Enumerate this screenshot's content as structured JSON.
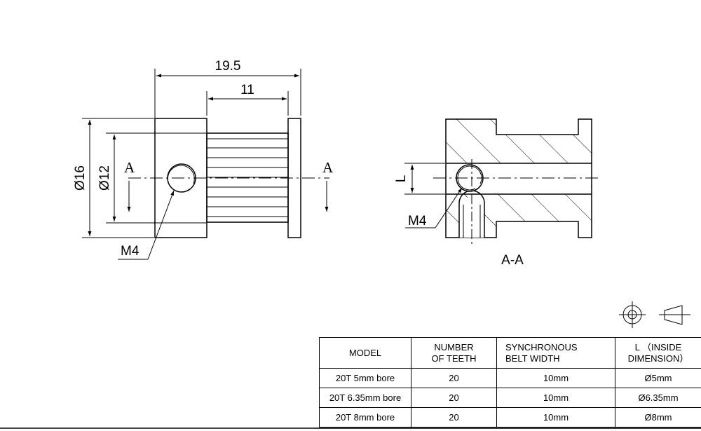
{
  "dimensions": {
    "overall_length": "19.5",
    "teeth_width": "11",
    "outer_diameter": "Ø16",
    "teeth_diameter": "Ø12",
    "screw_front": "M4",
    "screw_section": "M4",
    "bore_height": "L",
    "section_mark_left": "A",
    "section_mark_right": "A",
    "section_title": "A-A"
  },
  "table": {
    "headers": [
      [
        "MODEL"
      ],
      [
        "NUMBER",
        "OF TEETH"
      ],
      [
        "SYNCHRONOUS",
        "BELT  WIDTH"
      ],
      [
        "L （INSIDE",
        "DIMENSION）"
      ]
    ],
    "rows": [
      [
        "20T 5mm bore",
        "20",
        "10mm",
        "Ø5mm"
      ],
      [
        "20T 6.35mm bore",
        "20",
        "10mm",
        "Ø6.35mm"
      ],
      [
        "20T 8mm bore",
        "20",
        "10mm",
        "Ø8mm"
      ]
    ]
  }
}
